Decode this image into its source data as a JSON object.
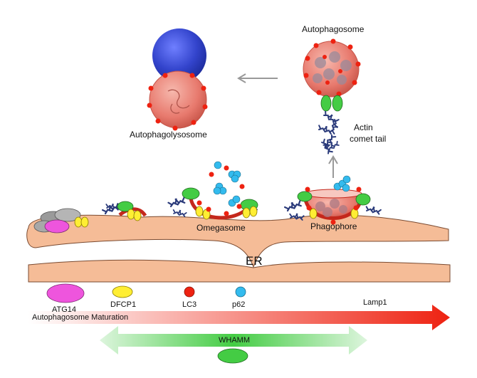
{
  "labels": {
    "autophagolysosome": "Autophagolysosome",
    "autophagosome": "Autophagosome",
    "actin_line1": "Actin",
    "actin_line2": "comet tail",
    "omegasome": "Omegasome",
    "phagophore": "Phagophore",
    "er": "ER"
  },
  "legend": [
    {
      "name": "ATG14",
      "color": "#ee55dd"
    },
    {
      "name": "DFCP1",
      "color": "#ffee33"
    },
    {
      "name": "LC3",
      "color": "#ee2211"
    },
    {
      "name": "p62",
      "color": "#33bbee"
    }
  ],
  "maturation_bar": {
    "label": "Autophagosome Maturation",
    "end_label": "Lamp1",
    "color_start": "#ffffff",
    "color_end": "#ee2211"
  },
  "whamm_bar": {
    "label": "WHAMM",
    "color": "#44cc44",
    "edge_color": "#ddf5dd"
  },
  "colors": {
    "er": "#f5bc97",
    "er_stroke": "#7a4a30",
    "lysosome": "#3344cc",
    "vesicle": "#e87a6e",
    "actin": "#2a3a7a",
    "omega_membrane": "#c4281c",
    "complex_grey": "#a8a8a8"
  }
}
